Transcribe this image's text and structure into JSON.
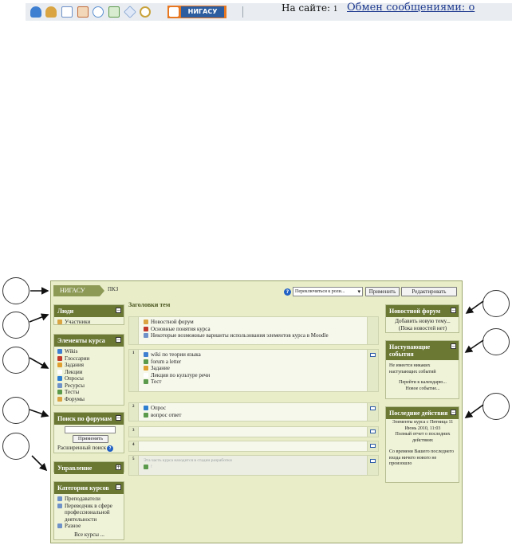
{
  "toolbar": {
    "icons": [
      "user-icon",
      "users-icon",
      "mail-icon",
      "calendar-icon",
      "chat-icon",
      "message-icon",
      "tag-icon",
      "search-icon"
    ],
    "icon_colors": [
      "#3f7fd1",
      "#d9a441",
      "#6f92c8",
      "#c26b3a",
      "#5b8fd0",
      "#5b9a4a",
      "#7a9ccf",
      "#c9a23c"
    ],
    "logo_text": "НИГАСУ",
    "online_label": "На сайте: ",
    "online_count": "1",
    "messages_link": "Обмен сообщениями: о"
  },
  "moodle": {
    "breadcrumb_home": "НИГАСУ",
    "breadcrumb_course": "ПКЗ",
    "role_switch": "Переключиться к роли...",
    "apply_label": "Применить",
    "edit_label": "Редактировать",
    "blocks": {
      "people": {
        "title": "Люди",
        "items": [
          "Участники"
        ]
      },
      "course_elements": {
        "title": "Элементы курса",
        "items": [
          "Wikis",
          "Глоссарии",
          "Задания",
          "Лекции",
          "Опросы",
          "Ресурсы",
          "Тесты",
          "Форумы"
        ]
      },
      "forum_search": {
        "title": "Поиск по форумам",
        "button": "Применить",
        "advanced": "Расширенный поиск"
      },
      "admin": {
        "title": "Управление"
      },
      "categories": {
        "title": "Категории курсов",
        "items": [
          "Преподаватели",
          "Переводчик в сфере профессиональной деятельности",
          "Разное"
        ],
        "all_courses": "Все курсы ..."
      },
      "news_forum": {
        "title": "Новостной форум",
        "add_topic": "Добавить новую тему...",
        "empty": "(Пока новостей нет)"
      },
      "upcoming": {
        "title": "Наступающие события",
        "none": "Не имеется никаких наступающих событий",
        "go_calendar": "Перейти к календарю...",
        "new_event": "Новое событие..."
      },
      "recent": {
        "title": "Последние действия",
        "since": "Элементы курса с Пятница 11 Июнь 2010, 11:03",
        "full_report": "Полный отчет о последних действиях",
        "nothing_new": "Со времени Вашего последнего входа ничего нового не произошло"
      }
    },
    "content": {
      "title": "Заголовки тем",
      "sections": [
        {
          "num": "",
          "items": [
            "Новостной форум",
            "Основные понятия курса",
            "Некоторые возможные варианты использования элементов курса в Moodle"
          ]
        },
        {
          "num": "1",
          "items": [
            "wiki по теории языка",
            "forum a letter",
            "Задание",
            "Лекция по культуре речи",
            "Тест"
          ]
        },
        {
          "num": "2",
          "items": [
            "Опрос",
            "вопрос ответ"
          ]
        },
        {
          "num": "3",
          "items": []
        },
        {
          "num": "4",
          "items": []
        },
        {
          "num": "5",
          "items": [
            "Эта часть курса находится в стадии разработки",
            "!"
          ]
        }
      ]
    }
  }
}
